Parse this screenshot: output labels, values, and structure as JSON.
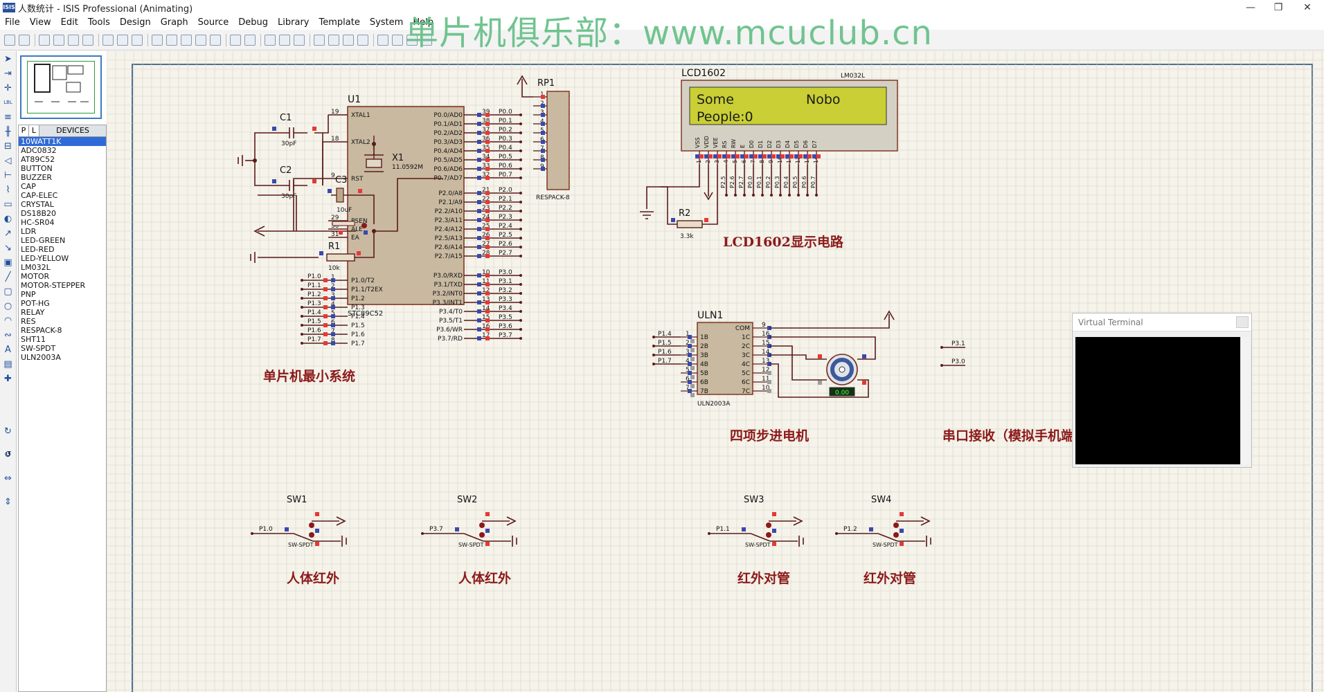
{
  "window": {
    "title": "人数统计 - ISIS Professional (Animating)",
    "app_icon": "ISIS",
    "controls": {
      "minimize": "—",
      "maximize": "❐",
      "close": "✕"
    }
  },
  "menu": [
    "File",
    "View",
    "Edit",
    "Tools",
    "Design",
    "Graph",
    "Source",
    "Debug",
    "Library",
    "Template",
    "System",
    "Help"
  ],
  "watermark": "单片机俱乐部：www.mcuclub.cn",
  "selector": {
    "tab_p": "P",
    "tab_l": "L",
    "title": "DEVICES",
    "devices": [
      "10WATT1K",
      "ADC0832",
      "AT89C52",
      "BUTTON",
      "BUZZER",
      "CAP",
      "CAP-ELEC",
      "CRYSTAL",
      "DS18B20",
      "HC-SR04",
      "LDR",
      "LED-GREEN",
      "LED-RED",
      "LED-YELLOW",
      "LM032L",
      "MOTOR",
      "MOTOR-STEPPER",
      "PNP",
      "POT-HG",
      "RELAY",
      "RES",
      "RESPACK-8",
      "SHT11",
      "SW-SPDT",
      "ULN2003A"
    ],
    "selected_index": 0,
    "rotation_value": "0"
  },
  "schematic": {
    "mcu": {
      "ref": "U1",
      "part": "STC89C52",
      "left_pins": [
        {
          "num": "19",
          "name": "XTAL1"
        },
        {
          "num": "18",
          "name": "XTAL2"
        },
        {
          "num": "9",
          "name": "RST"
        },
        {
          "num": "29",
          "name": "PSEN"
        },
        {
          "num": "30",
          "name": "ALE"
        },
        {
          "num": "31",
          "name": "EA"
        },
        {
          "num": "1",
          "name": "P1.0/T2"
        },
        {
          "num": "2",
          "name": "P1.1/T2EX"
        },
        {
          "num": "3",
          "name": "P1.2"
        },
        {
          "num": "4",
          "name": "P1.3"
        },
        {
          "num": "5",
          "name": "P1.4"
        },
        {
          "num": "6",
          "name": "P1.5"
        },
        {
          "num": "7",
          "name": "P1.6"
        },
        {
          "num": "8",
          "name": "P1.7"
        }
      ],
      "left_net_labels": [
        "P1.0",
        "P1.1",
        "P1.2",
        "P1.3",
        "P1.4",
        "P1.5",
        "P1.6",
        "P1.7"
      ],
      "port0": [
        {
          "num": "39",
          "name": "P0.0/AD0"
        },
        {
          "num": "38",
          "name": "P0.1/AD1"
        },
        {
          "num": "37",
          "name": "P0.2/AD2"
        },
        {
          "num": "36",
          "name": "P0.3/AD3"
        },
        {
          "num": "35",
          "name": "P0.4/AD4"
        },
        {
          "num": "34",
          "name": "P0.5/AD5"
        },
        {
          "num": "33",
          "name": "P0.6/AD6"
        },
        {
          "num": "32",
          "name": "P0.7/AD7"
        }
      ],
      "port0_nets": [
        "P0.0",
        "P0.1",
        "P0.2",
        "P0.3",
        "P0.4",
        "P0.5",
        "P0.6",
        "P0.7"
      ],
      "port2": [
        {
          "num": "21",
          "name": "P2.0/A8"
        },
        {
          "num": "22",
          "name": "P2.1/A9"
        },
        {
          "num": "23",
          "name": "P2.2/A10"
        },
        {
          "num": "24",
          "name": "P2.3/A11"
        },
        {
          "num": "25",
          "name": "P2.4/A12"
        },
        {
          "num": "26",
          "name": "P2.5/A13"
        },
        {
          "num": "27",
          "name": "P2.6/A14"
        },
        {
          "num": "28",
          "name": "P2.7/A15"
        }
      ],
      "port2_nets": [
        "P2.0",
        "P2.1",
        "P2.2",
        "P2.3",
        "P2.4",
        "P2.5",
        "P2.6",
        "P2.7"
      ],
      "port3": [
        {
          "num": "10",
          "name": "P3.0/RXD"
        },
        {
          "num": "11",
          "name": "P3.1/TXD"
        },
        {
          "num": "12",
          "name": "P3.2/INT0"
        },
        {
          "num": "13",
          "name": "P3.3/INT1"
        },
        {
          "num": "14",
          "name": "P3.4/T0"
        },
        {
          "num": "15",
          "name": "P3.5/T1"
        },
        {
          "num": "16",
          "name": "P3.6/WR"
        },
        {
          "num": "17",
          "name": "P3.7/RD"
        }
      ],
      "port3_nets": [
        "P3.0",
        "P3.1",
        "P3.2",
        "P3.3",
        "P3.4",
        "P3.5",
        "P3.6",
        "P3.7"
      ]
    },
    "c1": {
      "ref": "C1",
      "value": "30pF"
    },
    "c2": {
      "ref": "C2",
      "value": "30pF"
    },
    "c3": {
      "ref": "C3",
      "value": "10uF"
    },
    "x1": {
      "ref": "X1",
      "value": "11.0592M"
    },
    "r1": {
      "ref": "R1",
      "value": "10k"
    },
    "r2": {
      "ref": "R2",
      "value": "3.3k"
    },
    "rp1": {
      "ref": "RP1",
      "part": "RESPACK-8",
      "pins": [
        "1",
        "2",
        "3",
        "4",
        "5",
        "6",
        "7",
        "8",
        "9"
      ]
    },
    "lcd": {
      "ref": "LCD1602",
      "part": "LM032L",
      "line1_left": "Some",
      "line1_right": "Nobo",
      "line2": "People:0",
      "pin_names": [
        "VSS",
        "VDD",
        "VEE",
        "RS",
        "RW",
        "E",
        "D0",
        "D1",
        "D2",
        "D3",
        "D4",
        "D5",
        "D6",
        "D7"
      ],
      "pin_nums": [
        "1",
        "2",
        "3",
        "4",
        "5",
        "6",
        "7",
        "8",
        "9",
        "10",
        "11",
        "12",
        "13",
        "14"
      ],
      "nets": [
        "P2.5",
        "P2.6",
        "P2.7",
        "P0.0",
        "P0.1",
        "P0.2",
        "P0.3",
        "P0.4",
        "P0.5",
        "P0.6",
        "P0.7"
      ]
    },
    "uln": {
      "ref": "ULN1",
      "part": "ULN2003A",
      "in_pins": [
        {
          "num": "1",
          "name": "1B"
        },
        {
          "num": "2",
          "name": "2B"
        },
        {
          "num": "3",
          "name": "3B"
        },
        {
          "num": "4",
          "name": "4B"
        },
        {
          "num": "5",
          "name": "5B"
        },
        {
          "num": "6",
          "name": "6B"
        },
        {
          "num": "7",
          "name": "7B"
        }
      ],
      "out_pins": [
        {
          "num": "9",
          "name": "COM"
        },
        {
          "num": "16",
          "name": "1C"
        },
        {
          "num": "15",
          "name": "2C"
        },
        {
          "num": "14",
          "name": "3C"
        },
        {
          "num": "13",
          "name": "4C"
        },
        {
          "num": "12",
          "name": "5C"
        },
        {
          "num": "11",
          "name": "6C"
        },
        {
          "num": "10",
          "name": "7C"
        }
      ],
      "in_nets": [
        "P1.4",
        "P1.5",
        "P1.6",
        "P1.7"
      ]
    },
    "motor": {
      "readout": "0.00"
    },
    "vterm_nets": [
      "P3.1",
      "P3.0"
    ],
    "switches": [
      {
        "ref": "SW1",
        "part": "SW-SPDT",
        "net": "P1.0"
      },
      {
        "ref": "SW2",
        "part": "SW-SPDT",
        "net": "P3.7"
      },
      {
        "ref": "SW3",
        "part": "SW-SPDT",
        "net": "P1.1"
      },
      {
        "ref": "SW4",
        "part": "SW-SPDT",
        "net": "P1.2"
      }
    ],
    "section_titles": {
      "mcu": "单片机最小系统",
      "lcd": "LCD1602显示电路",
      "motor": "四项步进电机",
      "serial": "串口接收（模拟手机端）",
      "sw1": "人体红外",
      "sw2": "人体红外",
      "sw3": "红外对管",
      "sw4": "红外对管"
    }
  },
  "virtual_terminal": {
    "title": "Virtual Terminal"
  },
  "colors": {
    "wire": "#5a1a1a",
    "part_fill": "#c8b9a0",
    "part_stroke": "#7a2a1a",
    "lcd_screen": "#c9cf34",
    "pin_red": "#e53935",
    "pin_blue": "#3949ab",
    "section_title": "#8b1a1a",
    "grid_bg": "#f5f3ea"
  }
}
